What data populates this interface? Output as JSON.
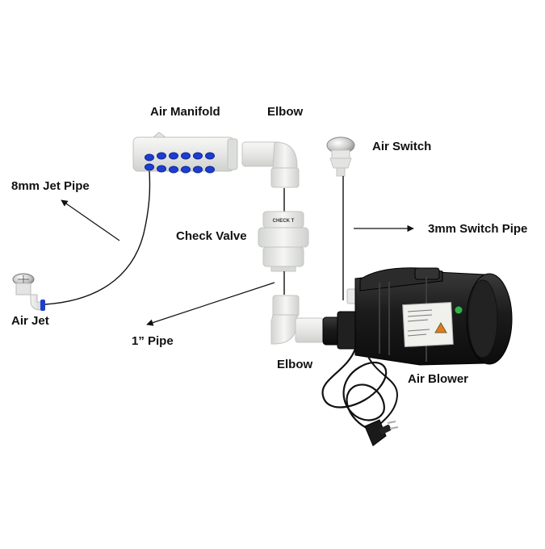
{
  "labels": {
    "air_manifold": "Air Manifold",
    "elbow_top": "Elbow",
    "air_switch": "Air Switch",
    "jet_pipe": "8mm Jet Pipe",
    "check_valve": "Check Valve",
    "switch_pipe": "3mm Switch Pipe",
    "air_jet": "Air Jet",
    "pipe_1in": "1” Pipe",
    "elbow_bottom": "Elbow",
    "air_blower": "Air Blower"
  },
  "valve_marking": "CHECK T",
  "colors": {
    "pvc_white": "#ecedeb",
    "fitting_blue": "#1d3fd0",
    "blower_black": "#1a1a1a",
    "indicator_green": "#2fb34a",
    "warning_orange": "#e8781c"
  }
}
